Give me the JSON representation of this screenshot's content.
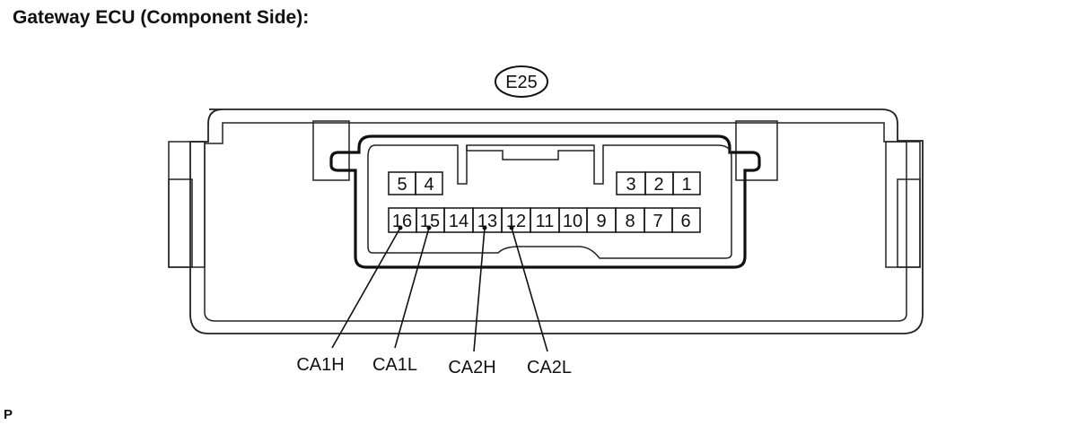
{
  "title": "Gateway ECU (Component Side):",
  "connector_code": "E25",
  "corner_mark": "P",
  "top_row_pins": [
    "5",
    "4",
    "3",
    "2",
    "1"
  ],
  "bottom_row_pins": [
    "16",
    "15",
    "14",
    "13",
    "12",
    "11",
    "10",
    "9",
    "8",
    "7",
    "6"
  ],
  "wire_labels": [
    {
      "label": "CA1H",
      "pin": "16"
    },
    {
      "label": "CA1L",
      "pin": "15"
    },
    {
      "label": "CA2H",
      "pin": "13"
    },
    {
      "label": "CA2L",
      "pin": "12"
    }
  ]
}
